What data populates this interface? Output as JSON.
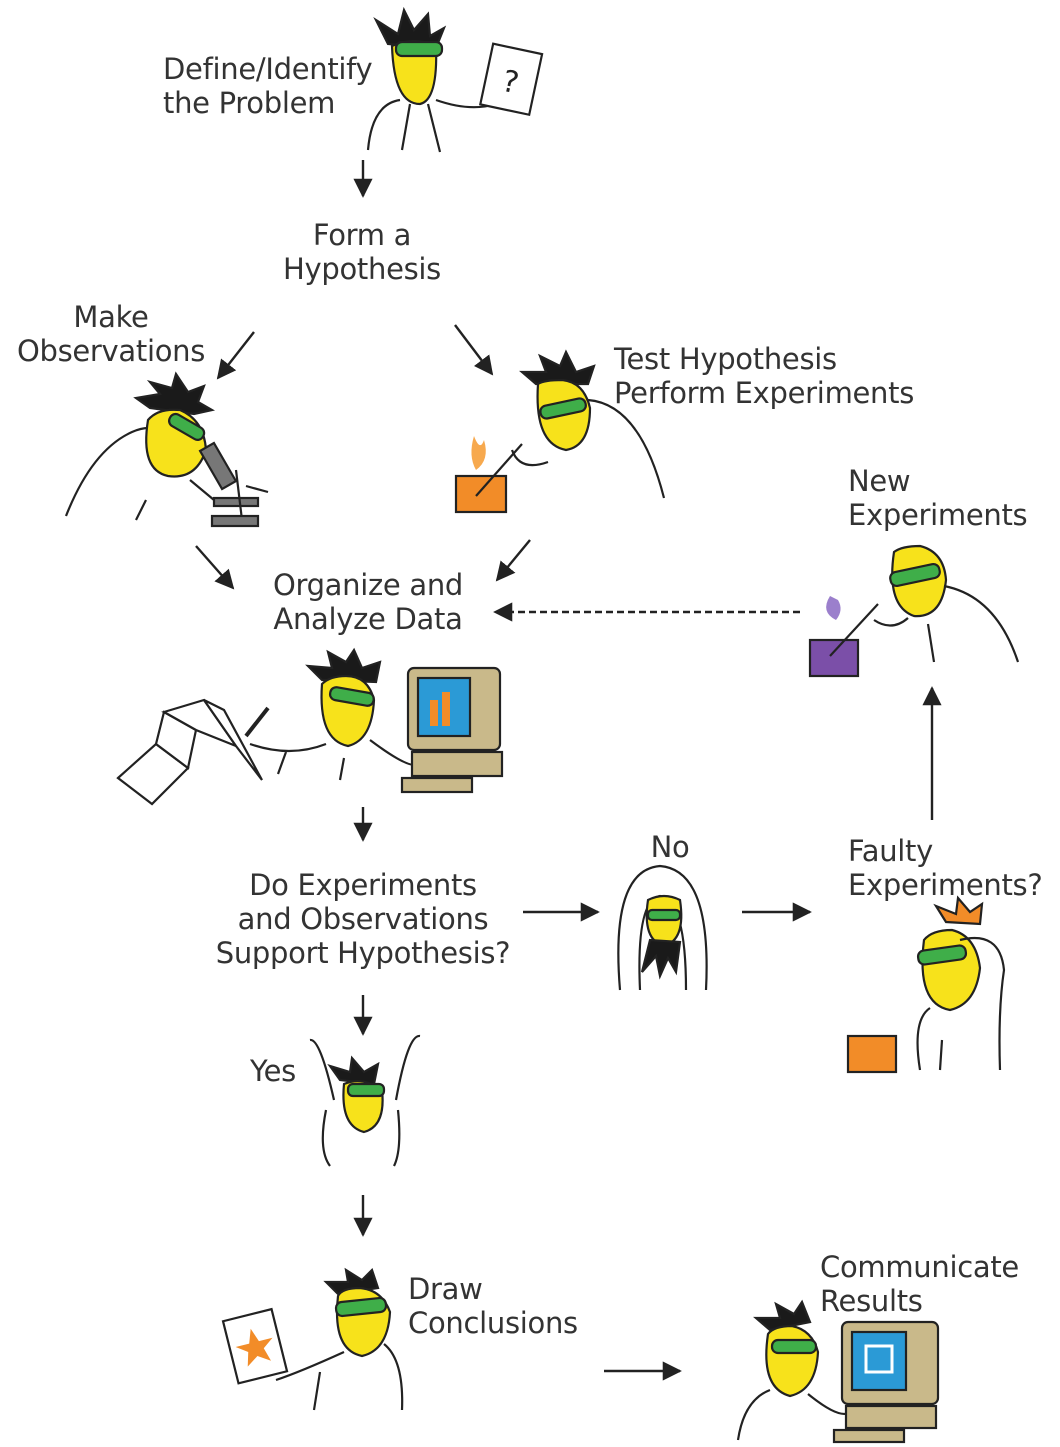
{
  "diagram": {
    "steps": {
      "define_problem": [
        "Define/Identify",
        "the Problem"
      ],
      "form_hypothesis": [
        "Form a",
        "Hypothesis"
      ],
      "make_observations": [
        "Make",
        "Observations"
      ],
      "test_hypothesis": [
        "Test Hypothesis",
        "Perform Experiments"
      ],
      "organize_data": [
        "Organize and",
        "Analyze Data"
      ],
      "new_experiments": [
        "New",
        "Experiments"
      ],
      "support_question": [
        "Do Experiments",
        "and Observations",
        "Support Hypothesis?"
      ],
      "no": "No",
      "faulty_experiments": [
        "Faulty",
        "Experiments?"
      ],
      "yes": "Yes",
      "draw_conclusions": [
        "Draw",
        "Conclusions"
      ],
      "communicate_results": [
        "Communicate",
        "Results"
      ]
    },
    "colors": {
      "skin": "#f7e21b",
      "goggles": "#3fae49",
      "hair": "#1a1a1a",
      "orange_liquid": "#f28c28",
      "purple_liquid": "#7b4fa8",
      "monitor": "#c9b98a",
      "screen": "#2b9ad6",
      "line": "#222222"
    },
    "icons": [
      "question-paper-icon",
      "microscope-icon",
      "beaker-icon",
      "computer-icon",
      "star-paper-icon"
    ]
  }
}
